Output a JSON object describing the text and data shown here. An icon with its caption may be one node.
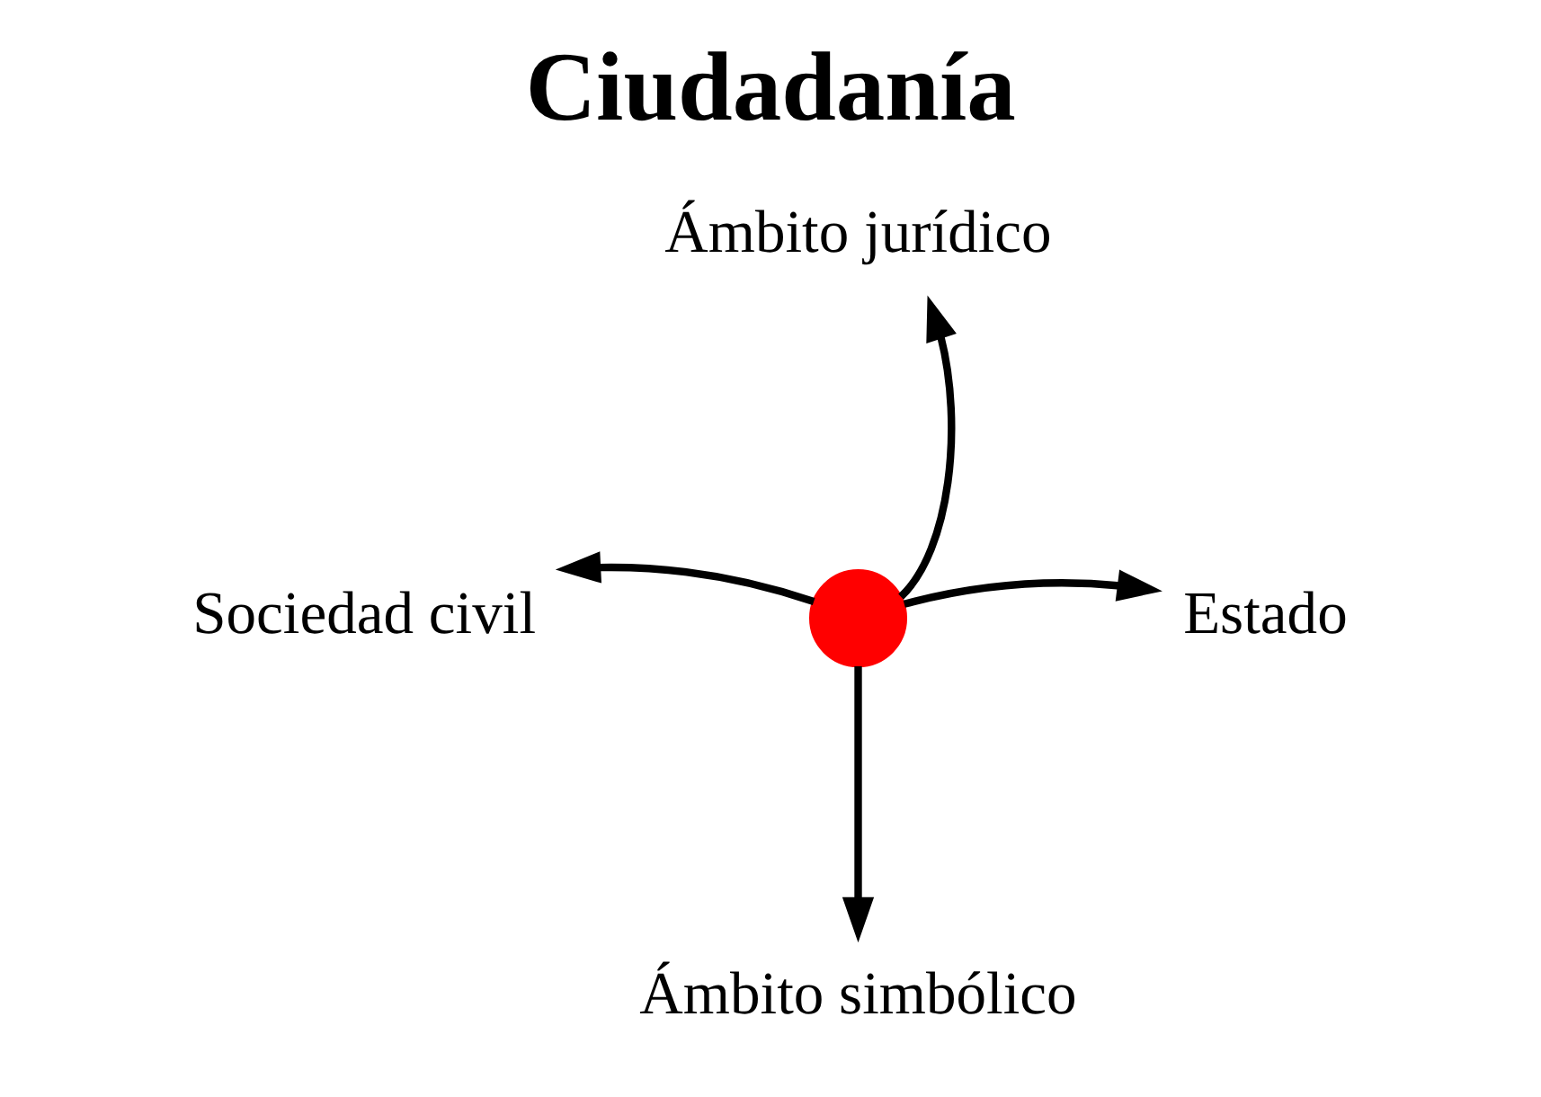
{
  "diagram": {
    "title": "Ciudadanía",
    "nodes": [
      {
        "text": [
          "Ámbito jurídico"
        ]
      },
      {
        "text": [
          "Sociedad civil"
        ]
      },
      {
        "text": [],
        "shape": "circle"
      },
      {
        "text": [
          "Estado"
        ]
      },
      {
        "text": [
          "Ámbito simbólico"
        ]
      }
    ],
    "edges": [
      {
        "from": 2,
        "to": 0,
        "arrow": "to"
      },
      {
        "from": 2,
        "to": 1,
        "arrow": "to"
      },
      {
        "from": 2,
        "to": 3,
        "arrow": "to"
      },
      {
        "from": 2,
        "to": 4,
        "arrow": "to"
      }
    ]
  }
}
